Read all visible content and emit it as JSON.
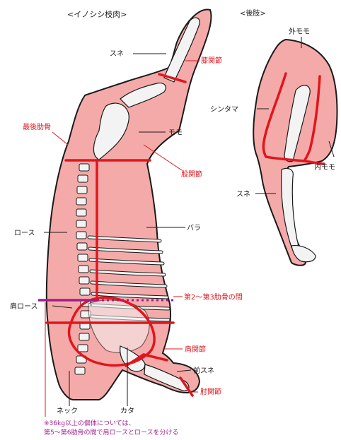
{
  "headings": {
    "carcass": "<イノシシ枝肉>",
    "hind_leg": "<後肢>"
  },
  "labels": {
    "sune_top": "スネ",
    "shitsu_kansetsu": "膝関節",
    "saigo_rokkotsu": "最後肋骨",
    "momo": "モモ",
    "kokansetsu": "股関節",
    "rosu": "ロース",
    "bara": "バラ",
    "rib_gap": "第2〜第3肋骨の間",
    "kata_rosu": "肩ロース",
    "kata_kansetsu": "肩関節",
    "mae_sune": "前スネ",
    "hiji_kansetsu": "肘関節",
    "neck": "ネック",
    "kata": "カタ",
    "soto_momo": "外モモ",
    "shintama": "シンタマ",
    "uchi_momo": "内モモ",
    "sune_right": "スネ"
  },
  "footnote": {
    "line1": "※36kg以上の個体については、",
    "line2": "第5〜第6肋骨の間で肩ロースとロースを分ける"
  },
  "colors": {
    "meat": "#f4aaa9",
    "bone": "#f3f3f3",
    "outline": "#1a1a1a",
    "cut_line": "#e0161d",
    "red_label": "#e0161d",
    "purple_line": "#a11c8c"
  }
}
